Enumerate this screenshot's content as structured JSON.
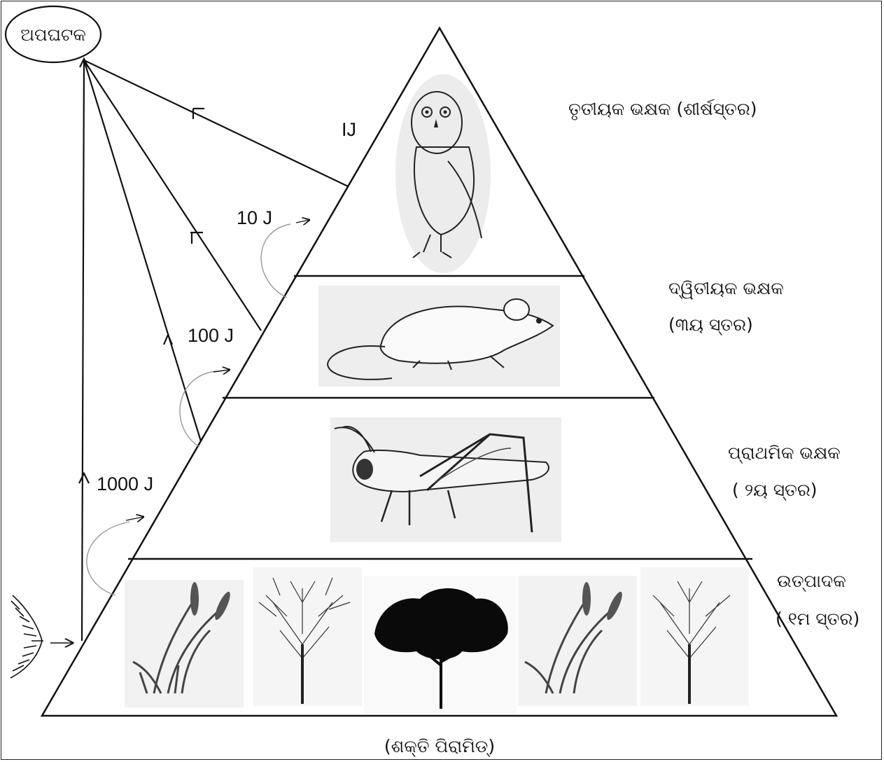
{
  "decomposer": {
    "label": "ଅପଘଟକ"
  },
  "levels": [
    {
      "name": "ତୃତୀୟକ ଭକ୍ଷକ (ଶୀର୍ଷସ୍ତର)",
      "name_line2": "",
      "energy": "IJ",
      "icon": "owl-icon"
    },
    {
      "name": "ଦ୍ୱିତୀୟକ  ଭକ୍ଷକ",
      "name_line2": "(୩ୟ ସ୍ତର)",
      "energy": "10 J",
      "icon": "mouse-icon"
    },
    {
      "name": "ପ୍ରାଥମିକ ଭକ୍ଷକ",
      "name_line2": "( ୨ୟ ସ୍ତର)",
      "energy": "100 J",
      "icon": "grasshopper-icon"
    },
    {
      "name": "ଉତ୍ପାଦକ",
      "name_line2": "( ୧ମ ସ୍ତର)",
      "energy": "1000 J",
      "icon": "plants-icon"
    }
  ],
  "caption": "(ଶକ୍ତି ପିରାମିଡ୍)",
  "sun": {
    "icon": "sun-icon"
  }
}
